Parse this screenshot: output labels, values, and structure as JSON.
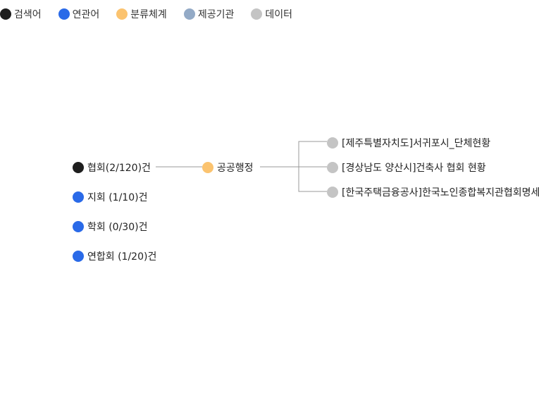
{
  "colors": {
    "search": "#1e1e1e",
    "related": "#2a6ae8",
    "category": "#fbc36f",
    "provider": "#93aac6",
    "data": "#c4c4c4",
    "line": "#999999"
  },
  "legend": [
    {
      "label": "검색어",
      "color_key": "search"
    },
    {
      "label": "연관어",
      "color_key": "related"
    },
    {
      "label": "분류체계",
      "color_key": "category"
    },
    {
      "label": "제공기관",
      "color_key": "provider"
    },
    {
      "label": "데이터",
      "color_key": "data"
    }
  ],
  "search_term": {
    "label": "협회(2/120)건"
  },
  "related_terms": [
    {
      "label": "지회 (1/10)건"
    },
    {
      "label": "학회 (0/30)건"
    },
    {
      "label": "연합회 (1/20)건"
    }
  ],
  "category": {
    "label": "공공행정"
  },
  "datasets": [
    {
      "label": "[제주특별자치도]서귀포시_단체현황"
    },
    {
      "label": "[경상남도 양산시]건축사 협회 현황"
    },
    {
      "label": "[한국주택금융공사]한국노인종합복지관협회명세"
    }
  ]
}
